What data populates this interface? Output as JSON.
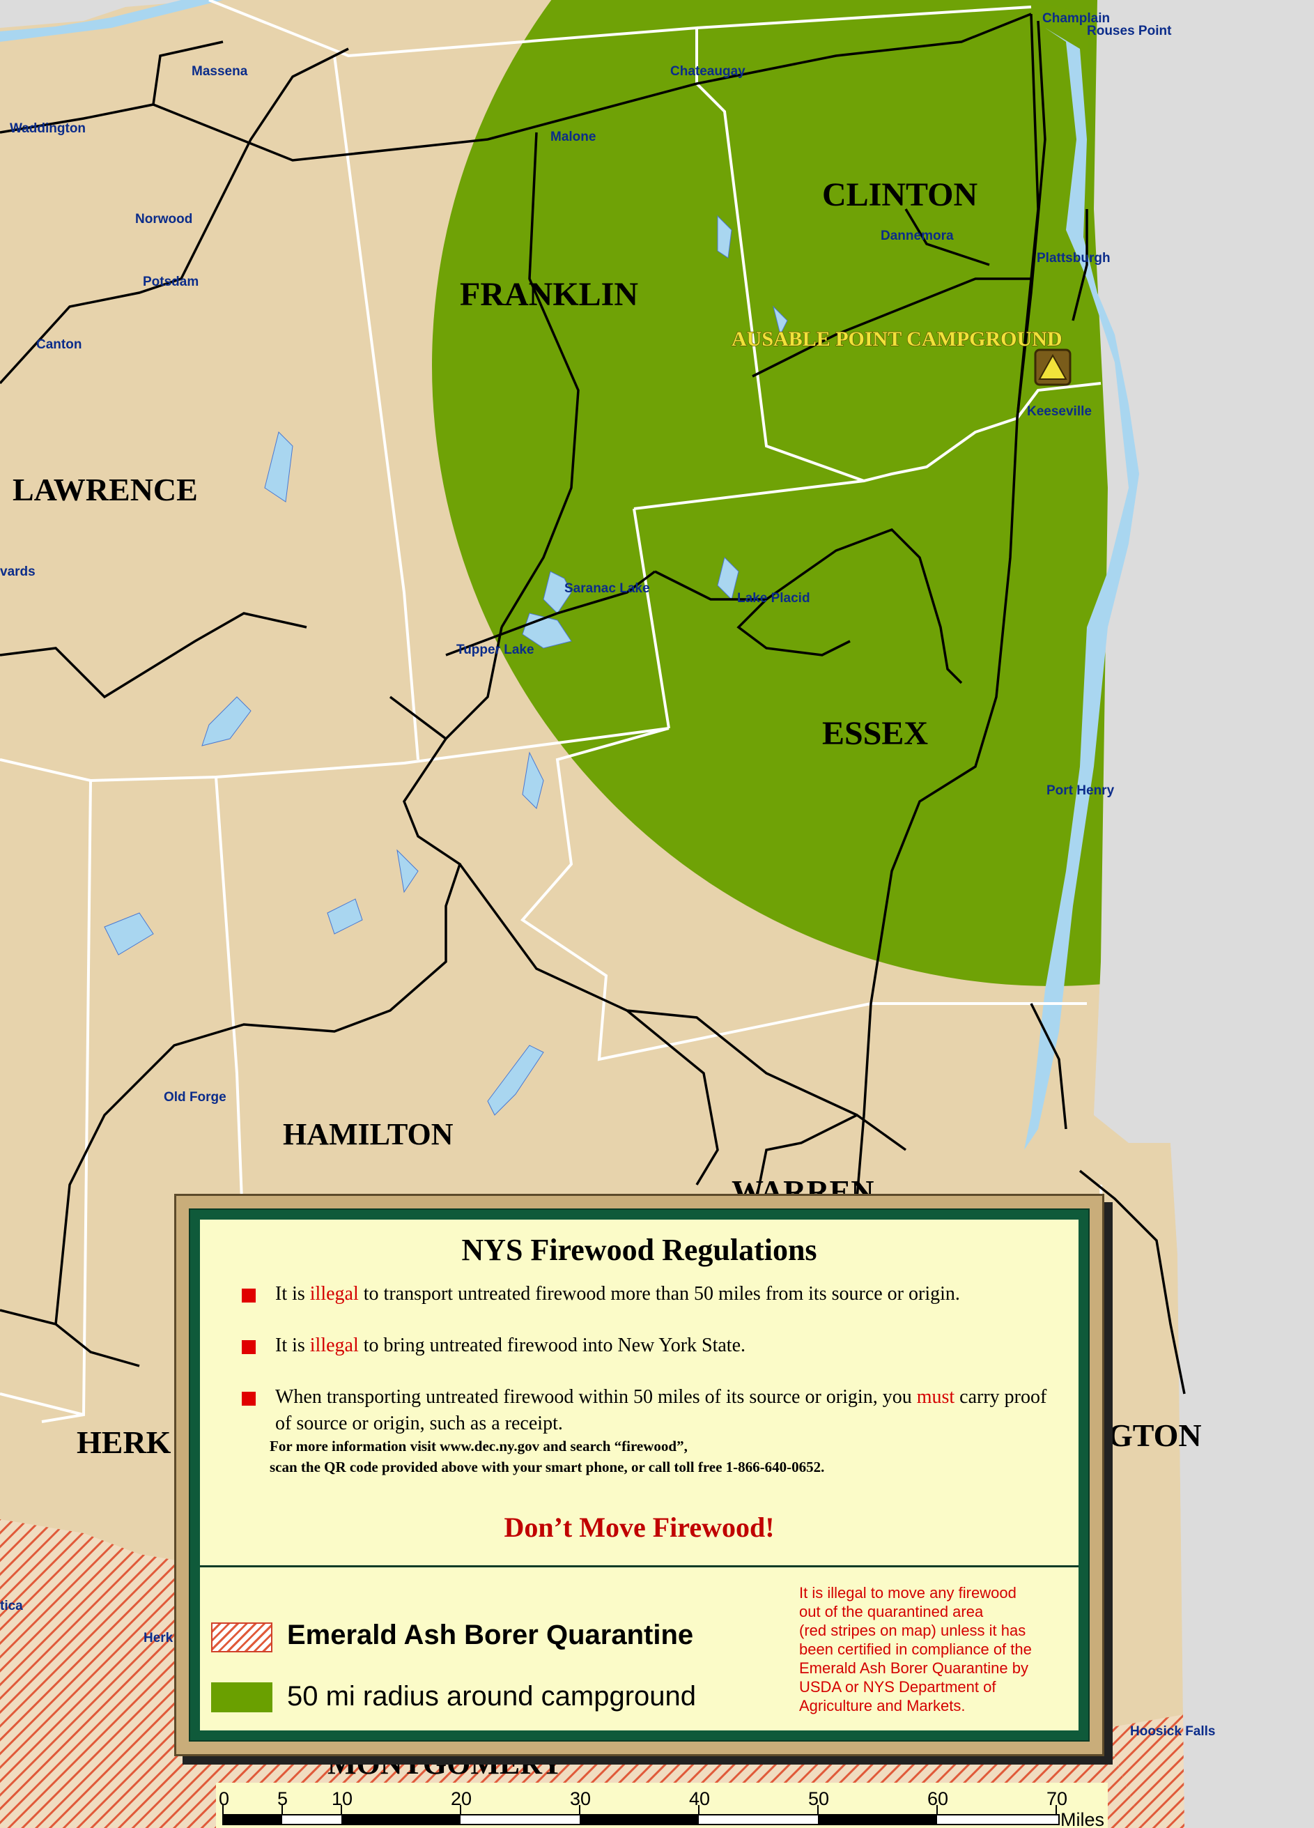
{
  "map": {
    "counties": [
      "CLINTON",
      "FRANKLIN",
      "LAWRENCE",
      "ESSEX",
      "HAMILTON",
      "WARREN",
      "HERK",
      "GTON",
      "MONTGOMERY"
    ],
    "towns": [
      "Champlain",
      "Rouses Point",
      "Massena",
      "Chateaugay",
      "Waddington",
      "Malone",
      "Norwood",
      "Dannemora",
      "Plattsburgh",
      "Potsdam",
      "Canton",
      "Keeseville",
      "vards",
      "Saranac Lake",
      "Lake Placid",
      "Tupper Lake",
      "Port Henry",
      "Old Forge",
      "tica",
      "Herk",
      "Hoosick Falls"
    ],
    "campground": {
      "name": "AUSABLE POINT CAMPGROUND",
      "icon": "tent-triangle-icon"
    },
    "scale": {
      "ticks": [
        "0",
        "5",
        "10",
        "20",
        "30",
        "40",
        "50",
        "60",
        "70"
      ],
      "unit": "Miles"
    },
    "colors": {
      "land": "#e7d3ac",
      "radius": "#6aa000",
      "water": "#a9d6f0",
      "quarantine_stripe": "#e05a3a"
    }
  },
  "regulations": {
    "title": "NYS Firewood Regulations",
    "rule1": {
      "pre": "It is ",
      "highlight": "illegal",
      "post": " to transport untreated firewood more than 50 miles from its source or origin."
    },
    "rule2": {
      "pre": "It is ",
      "highlight": "illegal",
      "post": " to bring untreated firewood into New York State."
    },
    "rule3": {
      "pre": "When transporting untreated firewood within 50 miles of its source or origin, you ",
      "highlight": "must",
      "post": " carry proof of source or origin, such as a receipt."
    },
    "more_info": "For more information visit www.dec.ny.gov and search “firewood”,\nscan the QR code provided above with your smart phone, or call toll free 1-866-640-0652.",
    "slogan": "Don’t Move Firewood!"
  },
  "legend": {
    "eab_label": "Emerald Ash Borer Quarantine",
    "radius_label": "50 mi radius around campground",
    "quarantine_note": "It is illegal to move any firewood\nout of the quarantined area\n(red stripes on map) unless it has\nbeen certified in compliance of the\nEmerald Ash Borer Quarantine by\nUSDA or NYS Department of\nAgriculture and Markets."
  }
}
